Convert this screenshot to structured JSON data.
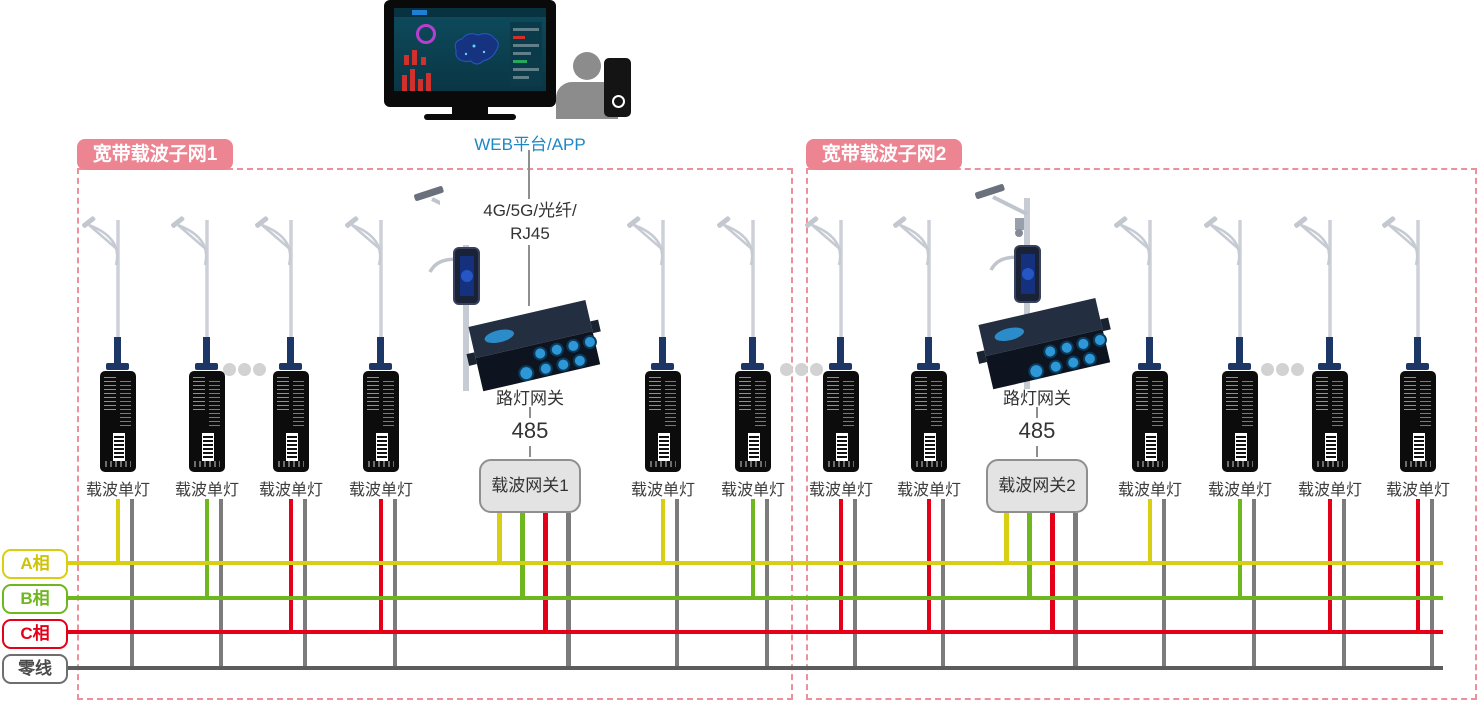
{
  "top": {
    "platform_label": "WEB平台/APP",
    "uplink_line1": "4G/5G/光纤/",
    "uplink_line2": "RJ45"
  },
  "colors": {
    "phase_a": "#d8ce12",
    "phase_b": "#6fb71e",
    "phase_c": "#e50019",
    "neutral_bus": "#5c5c5c",
    "neutral_drop": "#7c7c7c",
    "subnet_pink": "#ec8492",
    "subnet_border": "#ee8f9c",
    "link_blue": "#1e87c5"
  },
  "phase_legend": [
    {
      "id": "A",
      "label": "A相"
    },
    {
      "id": "B",
      "label": "B相"
    },
    {
      "id": "C",
      "label": "C相"
    },
    {
      "id": "N",
      "label": "零线"
    }
  ],
  "subnets": [
    {
      "label": "宽带载波子网1",
      "gateway": {
        "device_label": "路灯网关",
        "bus_label": "485",
        "carrier_label": "载波网关1"
      },
      "lamps": [
        {
          "label": "载波单灯",
          "phase": "A"
        },
        {
          "label": "载波单灯",
          "phase": "B"
        },
        {
          "label": "载波单灯",
          "phase": "C"
        },
        {
          "label": "载波单灯",
          "phase": "C"
        },
        {
          "label": "载波单灯",
          "phase": "A"
        },
        {
          "label": "载波单灯",
          "phase": "B"
        }
      ]
    },
    {
      "label": "宽带载波子网2",
      "gateway": {
        "device_label": "路灯网关",
        "bus_label": "485",
        "carrier_label": "载波网关2"
      },
      "lamps": [
        {
          "label": "载波单灯",
          "phase": "C"
        },
        {
          "label": "载波单灯",
          "phase": "C"
        },
        {
          "label": "载波单灯",
          "phase": "A"
        },
        {
          "label": "载波单灯",
          "phase": "B"
        },
        {
          "label": "载波单灯",
          "phase": "C"
        },
        {
          "label": "载波单灯",
          "phase": "C"
        }
      ]
    }
  ]
}
